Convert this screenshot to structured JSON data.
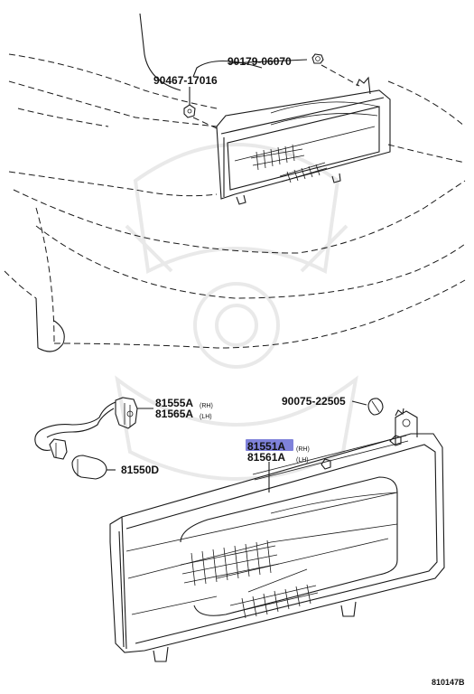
{
  "callouts": {
    "p90179": {
      "code": "90179-06070"
    },
    "p90467": {
      "code": "90467-17016"
    },
    "p81555": {
      "code": "81555A",
      "side": "(RH)"
    },
    "p81565": {
      "code": "81565A",
      "side": "(LH)"
    },
    "p90075": {
      "code": "90075-22505"
    },
    "p81551": {
      "code": "81551A",
      "side": "(RH)"
    },
    "p81561": {
      "code": "81561A",
      "side": "(LH)"
    },
    "p81550": {
      "code": "81550D"
    }
  },
  "highlight_color": "#5b5fd0",
  "reference": "810147B"
}
